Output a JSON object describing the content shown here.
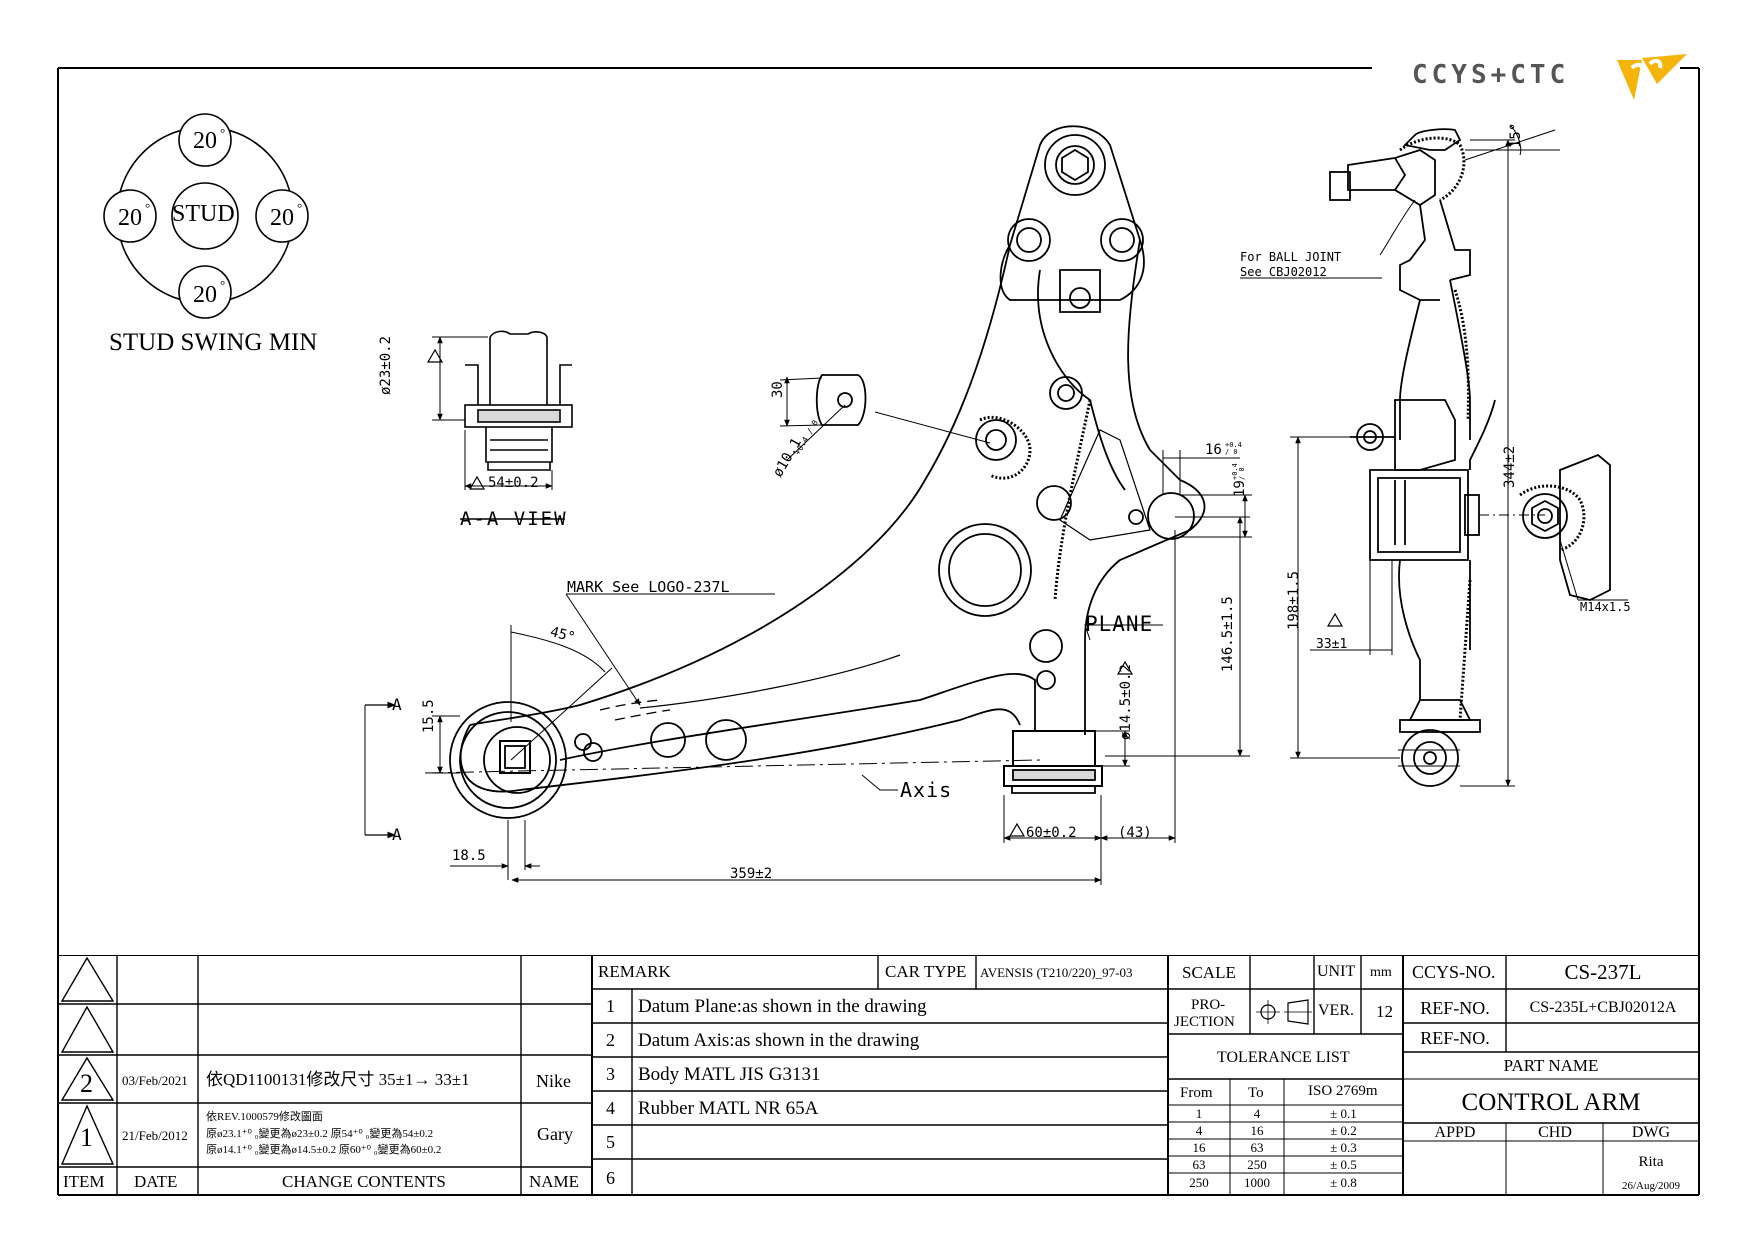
{
  "logo": {
    "text": "CCYS+CTC"
  },
  "stud_swing": {
    "top": "20",
    "left": "20",
    "right": "20",
    "bottom": "20",
    "center": "STUD",
    "degree_mark": "°",
    "caption": "STUD SWING MIN"
  },
  "aa_view": {
    "dim_dia": "ø23±0.2",
    "dim_width": "54±0.2",
    "caption": "A-A VIEW"
  },
  "main_view": {
    "dim_30": "30",
    "dim_hole": "ø10.1",
    "dim_hole_tol": "+0.4 / 0",
    "mark_note": "MARK See LOGO-237L",
    "angle_45": "45°",
    "section_a_top": "A",
    "section_a_bottom": "A",
    "dim_15_5": "15.5",
    "dim_18_5": "18.5",
    "dim_359": "359±2",
    "axis_label": "Axis",
    "plane_label": "PLANE",
    "dim_14_5": "ø14.5±0.2",
    "dim_60": "60±0.2",
    "dim_43": "(43)",
    "dim_146_5": "146.5±1.5",
    "dim_16": "16",
    "dim_16_tol": "+0.4 / 0",
    "dim_19": "19",
    "dim_19_tol": "+0.4 / 0"
  },
  "side_view": {
    "angle_15": "15°",
    "ball_joint_note_1": "For BALL JOINT",
    "ball_joint_note_2": "See CBJ02012",
    "dim_344": "344±2",
    "dim_198": "198±1.5",
    "dim_33": "33±1",
    "thread": "M14x1.5"
  },
  "revisions": {
    "rows": [
      {
        "item": "",
        "date": "",
        "content": "",
        "name": ""
      },
      {
        "item": "",
        "date": "",
        "content": "",
        "name": ""
      },
      {
        "item": "2",
        "date": "03/Feb/2021",
        "content": "依QD1100131修改尺寸 35±1→ 33±1",
        "name": "Nike"
      },
      {
        "item": "1",
        "date": "21/Feb/2012",
        "content_l1": "依REV.1000579修改圖面",
        "content_l2": "原ø23.1⁺⁰ ₀變更為ø23±0.2  原54⁺⁰ ₀變更為54±0.2",
        "content_l3": "原ø14.1⁺⁰ ₀變更為ø14.5±0.2  原60⁺⁰ ₀變更為60±0.2",
        "name": "Gary"
      }
    ],
    "headers": {
      "item": "ITEM",
      "date": "DATE",
      "content": "CHANGE CONTENTS",
      "name": "NAME"
    }
  },
  "remark": {
    "header": "REMARK",
    "car_type_label": "CAR TYPE",
    "car_type_value": "AVENSIS (T210/220)_97-03",
    "items": [
      {
        "n": "1",
        "text": "Datum Plane:as shown in the drawing"
      },
      {
        "n": "2",
        "text": "Datum Axis:as shown in the drawing"
      },
      {
        "n": "3",
        "text": "Body MATL JIS G3131"
      },
      {
        "n": "4",
        "text": "Rubber MATL NR 65A"
      },
      {
        "n": "5",
        "text": ""
      },
      {
        "n": "6",
        "text": ""
      }
    ]
  },
  "scale_block": {
    "scale_label": "SCALE",
    "scale_value": "",
    "unit_label": "UNIT",
    "unit_value": "mm",
    "projection_label_1": "PRO-",
    "projection_label_2": "JECTION",
    "ver_label": "VER.",
    "ver_value": "12",
    "tolerance_title": "TOLERANCE LIST",
    "tol_headers": {
      "from": "From",
      "to": "To",
      "iso": "ISO 2769m"
    },
    "tolerances": [
      {
        "from": "1",
        "to": "4",
        "tol": "± 0.1"
      },
      {
        "from": "4",
        "to": "16",
        "tol": "± 0.2"
      },
      {
        "from": "16",
        "to": "63",
        "tol": "± 0.3"
      },
      {
        "from": "63",
        "to": "250",
        "tol": "± 0.5"
      },
      {
        "from": "250",
        "to": "1000",
        "tol": "± 0.8"
      }
    ]
  },
  "title_block": {
    "ccys_no_label": "CCYS-NO.",
    "ccys_no": "CS-237L",
    "ref_no_label_1": "REF-NO.",
    "ref_no_1": "CS-235L+CBJ02012A",
    "ref_no_label_2": "REF-NO.",
    "ref_no_2": "",
    "part_name_label": "PART NAME",
    "part_name": "CONTROL ARM",
    "appd_label": "APPD",
    "chd_label": "CHD",
    "dwg_label": "DWG",
    "appd": "",
    "chd": "",
    "dwg": "Rita",
    "dwg_date": "26/Aug/2009"
  }
}
